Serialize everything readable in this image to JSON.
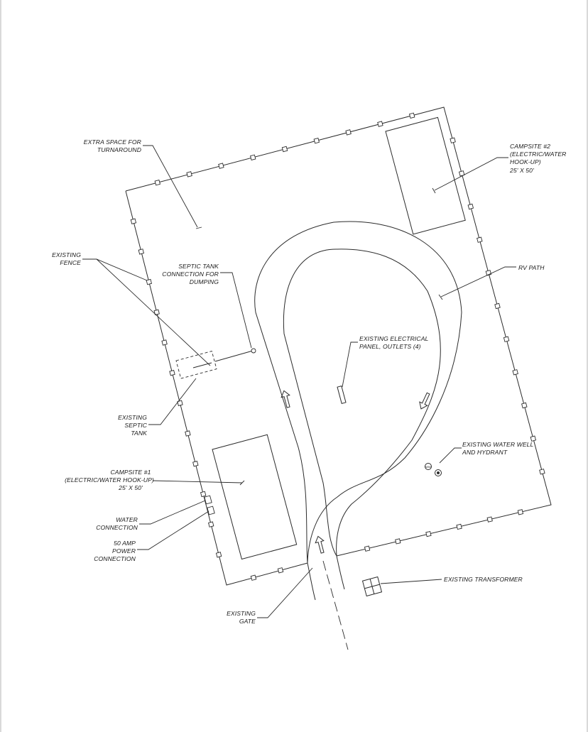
{
  "labels": {
    "extra_space": [
      "EXTRA SPACE FOR",
      "TURNAROUND"
    ],
    "existing_fence": [
      "EXISTING",
      "FENCE"
    ],
    "septic_connection": [
      "SEPTIC TANK",
      "CONNECTION FOR",
      "DUMPING"
    ],
    "existing_septic": [
      "EXISTING",
      "SEPTIC",
      "TANK"
    ],
    "campsite_1": [
      "CAMPSITE #1",
      "(ELECTRIC/WATER HOOK-UP)",
      "25' X 50'"
    ],
    "water_connection": [
      "WATER",
      "CONNECTION"
    ],
    "power_connection": [
      "50 AMP",
      "POWER",
      "CONNECTION"
    ],
    "existing_gate": [
      "EXISTING",
      "GATE"
    ],
    "campsite_2": [
      "CAMPSITE #2",
      "(ELECTRIC/WATER",
      "HOOK-UP)",
      "25' X 50'"
    ],
    "rv_path": [
      "RV PATH"
    ],
    "electrical_panel": [
      "EXISTING ELECTRICAL",
      "PANEL, OUTLETS (4)"
    ],
    "water_well": [
      "EXISTING WATER WELL",
      "AND HYDRANT"
    ],
    "transformer": [
      "EXISTING TRANSFORMER"
    ]
  }
}
